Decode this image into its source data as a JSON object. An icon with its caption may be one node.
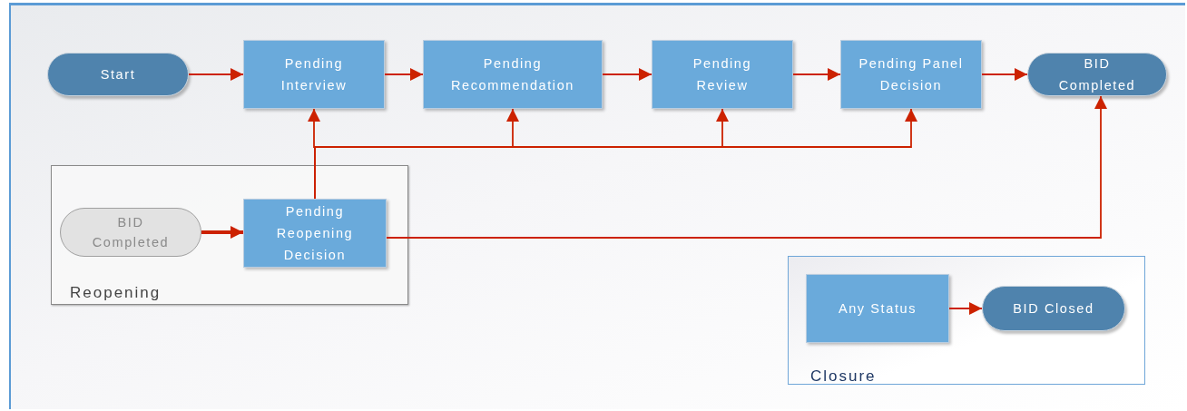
{
  "diagram": {
    "nodes": [
      {
        "text": [
          "Start"
        ]
      },
      {
        "text": [
          "Pending Interview"
        ]
      },
      {
        "text": [
          "Pending Recommendation"
        ]
      },
      {
        "text": [
          "Pending Review"
        ]
      },
      {
        "text": [
          "Pending Panel Decision"
        ]
      },
      {
        "text": [
          "BID Completed"
        ]
      },
      {
        "text": [
          "Reopening"
        ]
      },
      {
        "text": [
          "BID Completed"
        ],
        "in": 6
      },
      {
        "text": [
          "Pending Reopening Decision"
        ],
        "in": 6
      },
      {
        "text": [
          "Closure"
        ]
      },
      {
        "text": [
          "Any Status"
        ],
        "in": 9
      },
      {
        "text": [
          "BID Closed"
        ],
        "in": 9
      }
    ],
    "edges": [
      {
        "from": 0,
        "to": 1,
        "arrow": "to"
      },
      {
        "from": 1,
        "to": 2,
        "arrow": "to"
      },
      {
        "from": 2,
        "to": 3,
        "arrow": "to"
      },
      {
        "from": 3,
        "to": 4,
        "arrow": "to"
      },
      {
        "from": 4,
        "to": 5,
        "arrow": "to"
      },
      {
        "from": 7,
        "to": 8,
        "arrow": "to",
        "style": "thick"
      },
      {
        "from": 8,
        "to": 1,
        "arrow": "to"
      },
      {
        "from": 8,
        "to": 2,
        "arrow": "to"
      },
      {
        "from": 8,
        "to": 3,
        "arrow": "to"
      },
      {
        "from": 8,
        "to": 4,
        "arrow": "to"
      },
      {
        "from": 8,
        "to": 5,
        "arrow": "to"
      },
      {
        "from": 10,
        "to": 11,
        "arrow": "to"
      }
    ]
  }
}
